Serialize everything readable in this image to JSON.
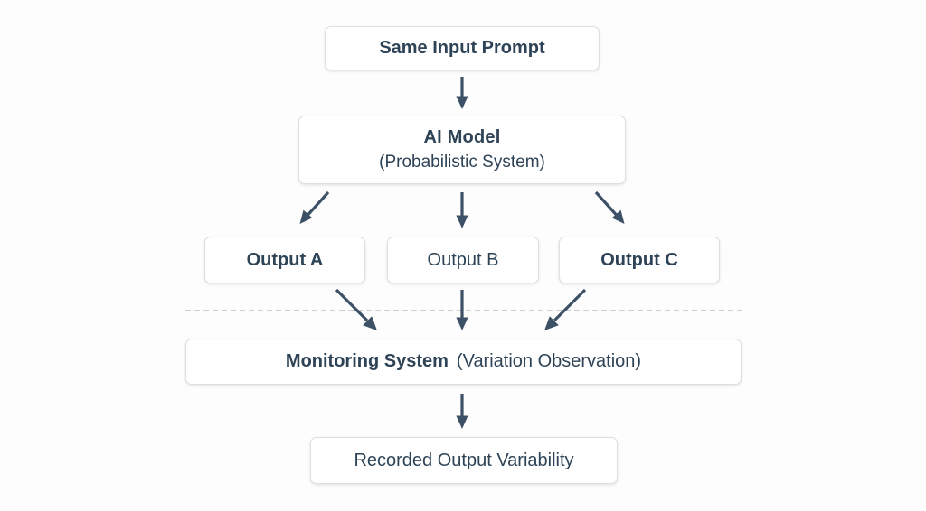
{
  "diagram": {
    "title_alt": "AI output variability monitoring flow",
    "background_color": "#fdfdfd",
    "text_color": "#2e4356",
    "arrow_color": "#3c5166",
    "box_border_color": "#dcdfe3",
    "divider_color": "#c9ced4"
  },
  "nodes": {
    "prompt": {
      "label": "Same Input Prompt"
    },
    "model": {
      "title": "AI Model",
      "subtitle": "(Probabilistic System)"
    },
    "output_a": {
      "label": "Output A"
    },
    "output_b": {
      "label": "Output B"
    },
    "output_c": {
      "label": "Output C"
    },
    "monitor": {
      "title": "Monitoring System",
      "subtitle": "(Variation Observation)"
    },
    "recorded": {
      "label": "Recorded Output Variability"
    }
  },
  "edges": [
    {
      "name": "prompt-to-model",
      "from": "prompt",
      "to": "model",
      "style": "straight-down"
    },
    {
      "name": "model-to-output-a",
      "from": "model",
      "to": "output_a",
      "style": "diagonal-down-left"
    },
    {
      "name": "model-to-output-b",
      "from": "model",
      "to": "output_b",
      "style": "straight-down"
    },
    {
      "name": "model-to-output-c",
      "from": "model",
      "to": "output_c",
      "style": "diagonal-down-right"
    },
    {
      "name": "output-a-to-monitor",
      "from": "output_a",
      "to": "monitor",
      "style": "diagonal-down-right"
    },
    {
      "name": "output-b-to-monitor",
      "from": "output_b",
      "to": "monitor",
      "style": "straight-down"
    },
    {
      "name": "output-c-to-monitor",
      "from": "output_c",
      "to": "monitor",
      "style": "diagonal-down-left"
    },
    {
      "name": "monitor-to-recorded",
      "from": "monitor",
      "to": "recorded",
      "style": "straight-down"
    }
  ],
  "divider": {
    "name": "observation-boundary",
    "style": "dashed"
  }
}
